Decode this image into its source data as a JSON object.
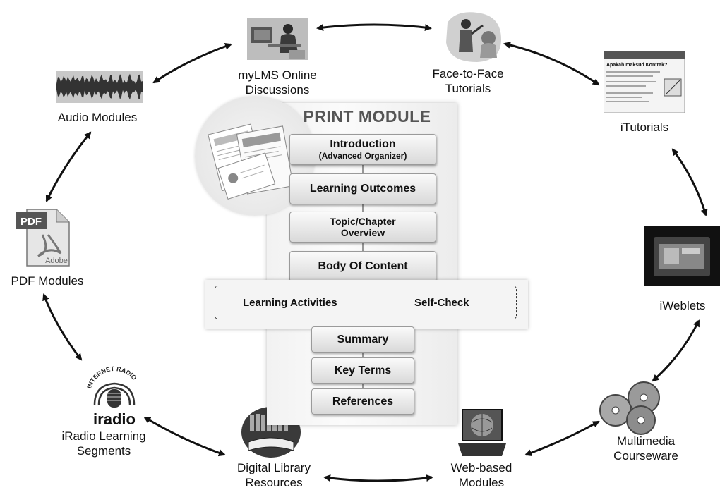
{
  "print_module": {
    "title": "PRINT MODULE",
    "steps": {
      "introduction": "Introduction",
      "introduction_sub": "(Advanced Organizer)",
      "learning_outcomes": "Learning Outcomes",
      "topic_overview_line1": "Topic/Chapter",
      "topic_overview_line2": "Overview",
      "body_of_content": "Body Of Content",
      "learning_activities": "Learning Activities",
      "self_check": "Self-Check",
      "summary": "Summary",
      "key_terms": "Key Terms",
      "references": "References"
    }
  },
  "nodes": {
    "mylms": {
      "line1": "myLMS Online",
      "line2": "Discussions"
    },
    "face_to_face": {
      "line1": "Face-to-Face",
      "line2": "Tutorials"
    },
    "itutorials": {
      "line1": "iTutorials"
    },
    "iweblets": {
      "line1": "iWeblets"
    },
    "multimedia": {
      "line1": "Multimedia",
      "line2": "Courseware"
    },
    "web_based": {
      "line1": "Web-based",
      "line2": "Modules"
    },
    "digital_library": {
      "line1": "Digital Library",
      "line2": "Resources"
    },
    "iradio": {
      "line1": "iRadio Learning",
      "line2": "Segments"
    },
    "pdf": {
      "line1": "PDF Modules"
    },
    "audio": {
      "line1": "Audio Modules"
    }
  },
  "icon_text": {
    "pdf_badge": "PDF",
    "adobe": "Adobe",
    "iradio_logo": "iradio",
    "internet_radio": "INTERNET RADIO",
    "itutorial_heading": "Apakah maksud Kontrak?"
  },
  "colors": {
    "arrow": "#111111",
    "panel": "#f2f2f2",
    "button_top": "#fafafa",
    "button_bottom": "#d9d9d9"
  }
}
